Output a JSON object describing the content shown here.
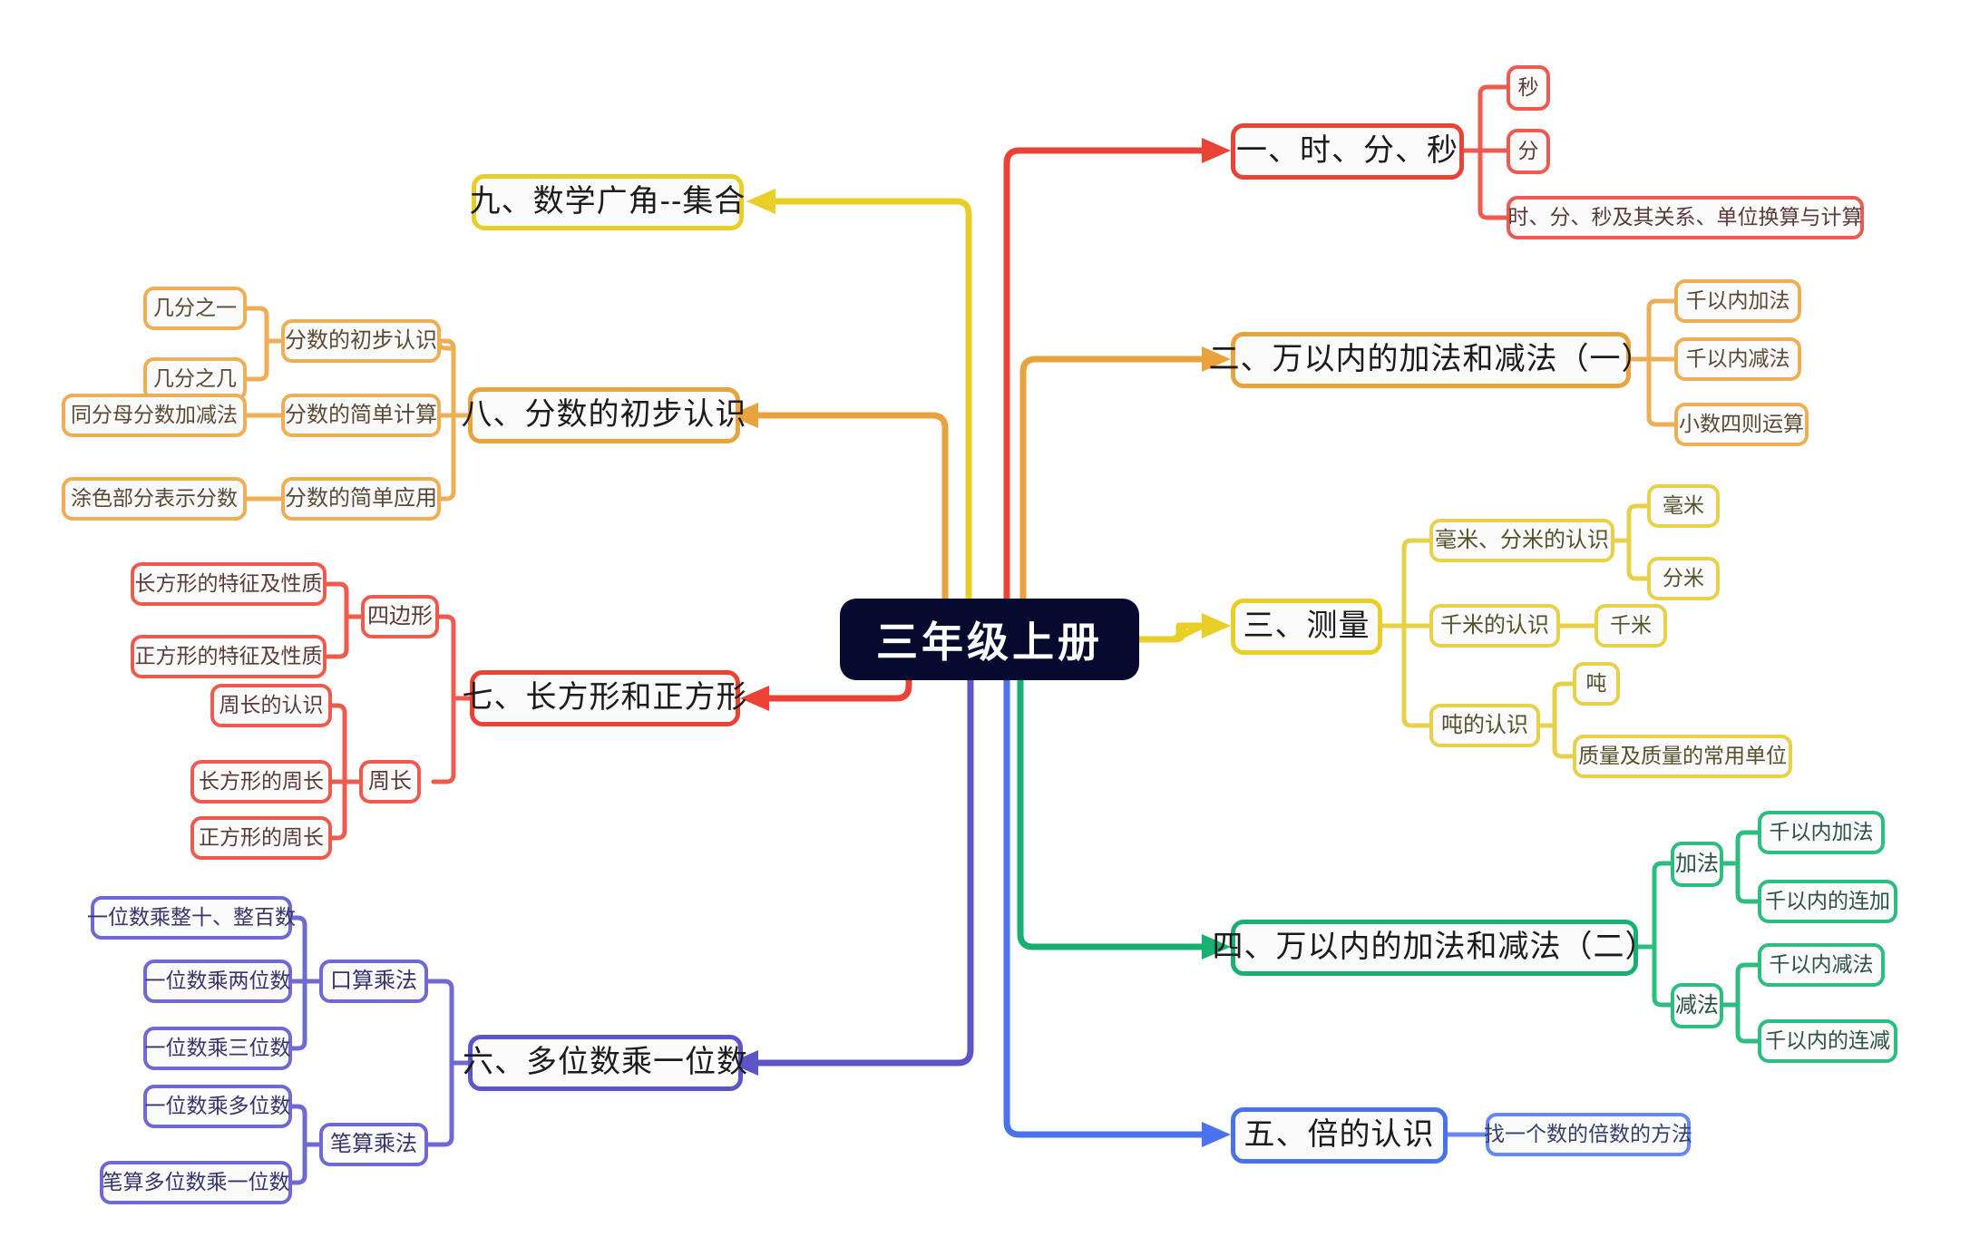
{
  "center": {
    "label": "三年级上册",
    "color": "#060a2e"
  },
  "palette": {
    "red": "#ea4335",
    "orange": "#e8a33d",
    "yellow": "#e8ce27",
    "green": "#16b070",
    "blue": "#4a72ee",
    "indigo": "#5b55c8"
  },
  "branches": {
    "b1": {
      "title": "一、时、分、秒",
      "color": "#ea4335",
      "children": [
        {
          "label": "秒"
        },
        {
          "label": "分"
        },
        {
          "label": "时、分、秒及其关系、单位换算与计算"
        }
      ]
    },
    "b2": {
      "title": "二、万以内的加法和减法（一）",
      "color": "#e8a33d",
      "children": [
        {
          "label": "千以内加法"
        },
        {
          "label": "千以内减法"
        },
        {
          "label": "小数四则运算"
        }
      ]
    },
    "b3": {
      "title": "三、测量",
      "color": "#e8ce27",
      "children": [
        {
          "label": "毫米、分米的认识",
          "children": [
            {
              "label": "毫米"
            },
            {
              "label": "分米"
            }
          ]
        },
        {
          "label": "千米的认识",
          "children": [
            {
              "label": "千米"
            }
          ]
        },
        {
          "label": "吨的认识",
          "children": [
            {
              "label": "吨"
            },
            {
              "label": "质量及质量的常用单位"
            }
          ]
        }
      ]
    },
    "b4": {
      "title": "四、万以内的加法和减法（二）",
      "color": "#16b070",
      "children": [
        {
          "label": "加法",
          "children": [
            {
              "label": "千以内加法"
            },
            {
              "label": "千以内的连加"
            }
          ]
        },
        {
          "label": "减法",
          "children": [
            {
              "label": "千以内减法"
            },
            {
              "label": "千以内的连减"
            }
          ]
        }
      ]
    },
    "b5": {
      "title": "五、倍的认识",
      "color": "#4a72ee",
      "children": [
        {
          "label": "找一个数的倍数的方法"
        }
      ]
    },
    "b6": {
      "title": "六、多位数乘一位数",
      "color": "#5b55c8",
      "children": [
        {
          "label": "口算乘法",
          "children": [
            {
              "label": "一位数乘整十、整百数"
            },
            {
              "label": "一位数乘两位数"
            },
            {
              "label": "一位数乘三位数"
            }
          ]
        },
        {
          "label": "笔算乘法",
          "children": [
            {
              "label": "一位数乘多位数"
            },
            {
              "label": "笔算多位数乘一位数"
            }
          ]
        }
      ]
    },
    "b7": {
      "title": "七、长方形和正方形",
      "color": "#ea4335",
      "children": [
        {
          "label": "四边形",
          "children": [
            {
              "label": "长方形的特征及性质"
            },
            {
              "label": "正方形的特征及性质"
            }
          ]
        },
        {
          "label": "周长",
          "children": [
            {
              "label": "周长的认识"
            },
            {
              "label": "长方形的周长"
            },
            {
              "label": "正方形的周长"
            }
          ]
        }
      ]
    },
    "b8": {
      "title": "八、分数的初步认识",
      "color": "#e8a33d",
      "children": [
        {
          "label": "分数的初步认识",
          "children": [
            {
              "label": "几分之一"
            },
            {
              "label": "几分之几"
            }
          ]
        },
        {
          "label": "分数的简单计算",
          "children": [
            {
              "label": "同分母分数加减法"
            }
          ]
        },
        {
          "label": "分数的简单应用",
          "children": [
            {
              "label": "涂色部分表示分数"
            }
          ]
        }
      ]
    },
    "b9": {
      "title": "九、数学广角--集合",
      "color": "#e8ce27",
      "children": []
    }
  }
}
